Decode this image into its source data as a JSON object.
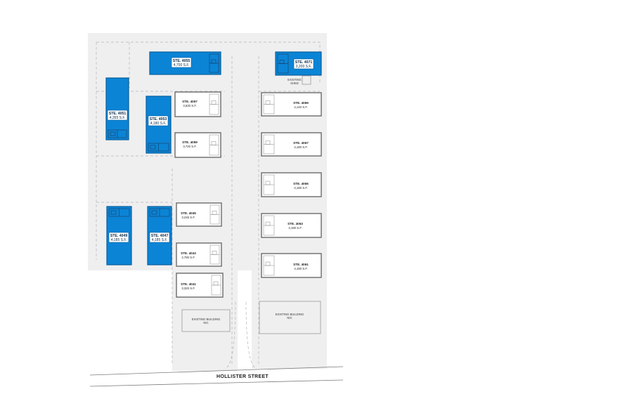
{
  "street": {
    "name": "HOLLISTER STREET"
  },
  "existing_shed": {
    "label_line1": "EXISTING",
    "label_line2": "SHED"
  },
  "existing_buildings": [
    {
      "label_line1": "EXISTING BUILDING",
      "label_line2": "NIC"
    },
    {
      "label_line1": "EXISTING BUILDING",
      "label_line2": "NIC"
    }
  ],
  "suites": [
    {
      "suite": "STE. 4055",
      "area": "4,700 S.F.",
      "status": "available"
    },
    {
      "suite": "STE. 4071",
      "area": "3,200 S.F.",
      "status": "available"
    },
    {
      "suite": "STE. 4051",
      "area": "4,355 S.F.",
      "status": "available"
    },
    {
      "suite": "STE. 4053",
      "area": "4,180 S.F.",
      "status": "available"
    },
    {
      "suite": "STE. 4057",
      "area": "3,530 S.F.",
      "status": "leased"
    },
    {
      "suite": "STE. 4059",
      "area": "3,720 S.F.",
      "status": "leased"
    },
    {
      "suite": "STE. 4069",
      "area": "4,140 S.F.",
      "status": "leased"
    },
    {
      "suite": "STE. 4067",
      "area": "4,180 S.F.",
      "status": "leased"
    },
    {
      "suite": "STE. 4065",
      "area": "4,180 S.F.",
      "status": "leased"
    },
    {
      "suite": "STE. 4063",
      "area": "4,190 S.F.",
      "status": "leased"
    },
    {
      "suite": "STE. 4061",
      "area": "4,190 S.F.",
      "status": "leased"
    },
    {
      "suite": "STE. 4049",
      "area": "4,185 S.F.",
      "status": "available"
    },
    {
      "suite": "STE. 4047",
      "area": "4,185 S.F.",
      "status": "available"
    },
    {
      "suite": "STE. 4045",
      "area": "3,245 S.F.",
      "status": "leased"
    },
    {
      "suite": "STE. 4043",
      "area": "2,780 S.F.",
      "status": "leased"
    },
    {
      "suite": "STE. 4041",
      "area": "3,320 S.F.",
      "status": "leased"
    }
  ],
  "colors": {
    "available": "#0b84d6",
    "leased": "#ffffff",
    "lot": "#efeff0"
  }
}
